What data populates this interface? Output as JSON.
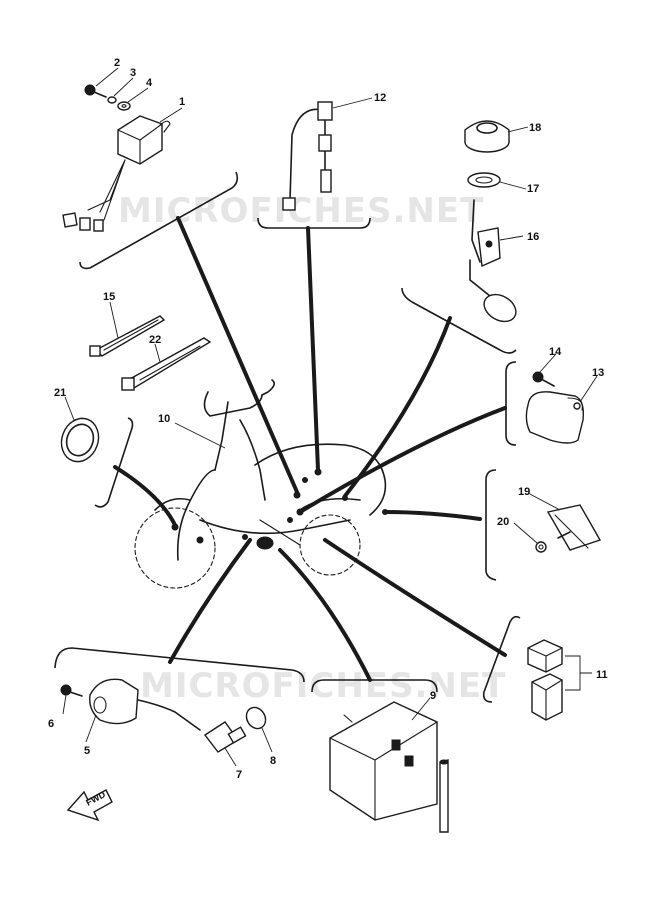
{
  "watermark": {
    "top": "MICROFICHES.NET",
    "bottom": "MICROFICHES.NET"
  },
  "direction_label": "FWD",
  "part_numbers": {
    "p1": "1",
    "p2": "2",
    "p3": "3",
    "p4": "4",
    "p5": "5",
    "p6": "6",
    "p7": "7",
    "p8": "8",
    "p9": "9",
    "p10": "10",
    "p11": "11",
    "p12": "12",
    "p13": "13",
    "p14": "14",
    "p15": "15",
    "p16": "16",
    "p17": "17",
    "p18": "18",
    "p19": "19",
    "p20": "20",
    "p21": "21",
    "p22": "22"
  },
  "colors": {
    "ink": "#1a1a1a",
    "paper": "#ffffff",
    "watermark": "#cfcfcf"
  }
}
